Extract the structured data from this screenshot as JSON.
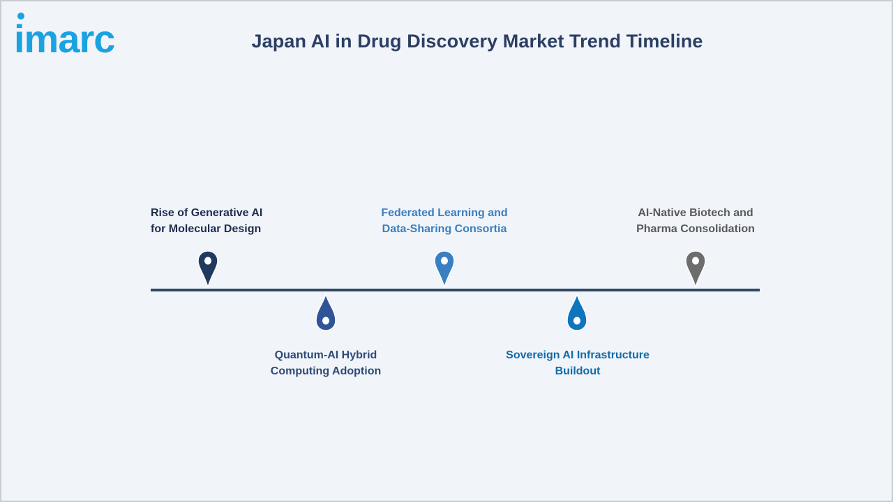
{
  "logo": {
    "text": "imarc",
    "color": "#1aa3e0"
  },
  "title": "Japan AI in Drug Discovery Market Trend Timeline",
  "timeline": {
    "axis_color": "#2d4a63",
    "events": [
      {
        "line1": "Rise of Generative AI",
        "line2": "for Molecular Design",
        "position": "above",
        "pin_color": "#1f3a5f",
        "text_color": "#1f2d4d",
        "icon": "map-pin-icon"
      },
      {
        "line1": "Quantum-AI Hybrid",
        "line2": "Computing Adoption",
        "position": "below",
        "pin_color": "#2f5597",
        "text_color": "#2c4a78",
        "icon": "drop-pin-icon"
      },
      {
        "line1": "Federated Learning and",
        "line2": "Data-Sharing Consortia",
        "position": "above",
        "pin_color": "#3a7fc1",
        "text_color": "#3a7fc1",
        "icon": "map-pin-icon"
      },
      {
        "line1": "Sovereign AI Infrastructure",
        "line2": "Buildout",
        "position": "below",
        "pin_color": "#0f75bd",
        "text_color": "#0f6ba8",
        "icon": "drop-pin-icon"
      },
      {
        "line1": "AI-Native Biotech and",
        "line2": "Pharma Consolidation",
        "position": "above",
        "pin_color": "#6d6d6d",
        "text_color": "#595959",
        "icon": "map-pin-icon"
      }
    ]
  }
}
